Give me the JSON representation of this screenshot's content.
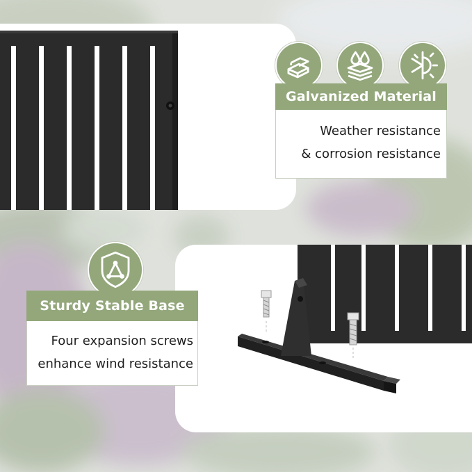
{
  "colors": {
    "accent": "#93a77b",
    "fence": "#2b2b2c",
    "text": "#1f1f1f"
  },
  "features": [
    {
      "title": "Galvanized Material",
      "description": [
        "Weather resistance",
        "& corrosion resistance"
      ],
      "icons": [
        "metal-bars-icon",
        "waterproof-layers-icon",
        "snow-sun-icon"
      ]
    },
    {
      "title": "Sturdy Stable Base",
      "description": [
        "Four expansion screws",
        "enhance wind resistance"
      ],
      "icons": [
        "triangle-structure-shield-icon"
      ]
    }
  ]
}
